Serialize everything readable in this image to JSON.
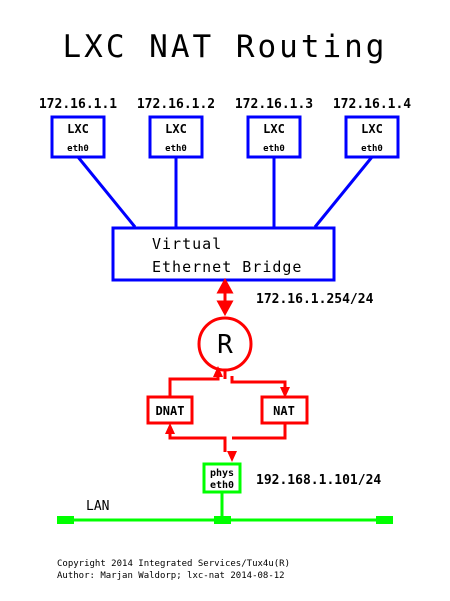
{
  "title": "LXC NAT Routing",
  "containers": [
    {
      "ip": "172.16.1.1",
      "label": "LXC",
      "iface": "eth0"
    },
    {
      "ip": "172.16.1.2",
      "label": "LXC",
      "iface": "eth0"
    },
    {
      "ip": "172.16.1.3",
      "label": "LXC",
      "iface": "eth0"
    },
    {
      "ip": "172.16.1.4",
      "label": "LXC",
      "iface": "eth0"
    }
  ],
  "bridge": {
    "line1": "Virtual",
    "line2": "Ethernet Bridge",
    "ip": "172.16.1.254/24"
  },
  "router": {
    "label": "R"
  },
  "dnat": {
    "label": "DNAT"
  },
  "nat": {
    "label": "NAT"
  },
  "phys": {
    "line1": "phys",
    "line2": "eth0",
    "ip": "192.168.1.101/24"
  },
  "lan": {
    "label": "LAN"
  },
  "footer": {
    "line1": "Copyright 2014  Integrated Services/Tux4u(R)",
    "line2": "Author: Marjan Waldorp; lxc-nat  2014-08-12"
  },
  "colors": {
    "blue": "#0000ff",
    "red": "#ff0000",
    "green": "#00ff00",
    "black": "#000000"
  }
}
